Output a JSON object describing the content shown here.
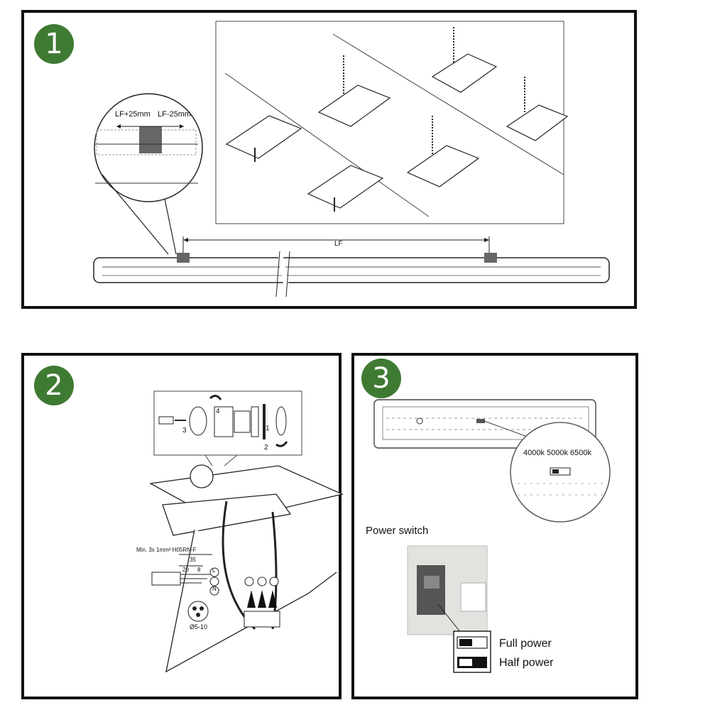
{
  "steps": [
    {
      "number": "1"
    },
    {
      "number": "2"
    },
    {
      "number": "3"
    }
  ],
  "step1": {
    "offset_plus": "LF+25mm",
    "offset_minus": "LF-25mm",
    "spacing_label": "LF"
  },
  "step2": {
    "cable_spec": "Min. 3x 1mm² H05RN-F",
    "dim_total": "35",
    "dim_a": "20",
    "dim_b": "8",
    "terminal_l": "L",
    "terminal_n": "N",
    "cable_diameter": "Ø5-10",
    "seq_3": "3",
    "seq_4": "4",
    "seq_1": "1",
    "seq_2": "2"
  },
  "step3": {
    "cct_options": "4000k 5000k 6500k",
    "power_switch_title": "Power switch",
    "full_power": "Full power",
    "half_power": "Half power"
  },
  "colors": {
    "badge": "#3f7a33",
    "frame": "#111111"
  }
}
